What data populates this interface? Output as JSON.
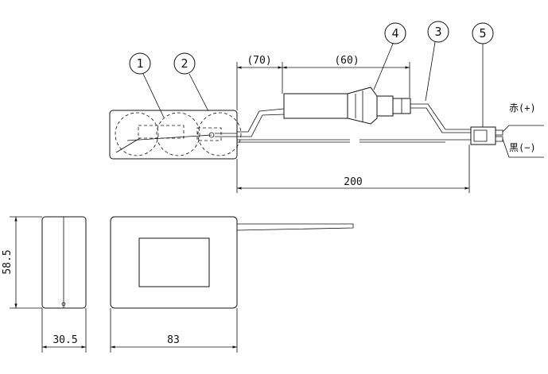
{
  "callouts": [
    "1",
    "2",
    "3",
    "4",
    "5"
  ],
  "dimensions": {
    "lead_a": "(70)",
    "lead_b": "(60)",
    "total_length": "200",
    "height": "58.5",
    "depth": "30.5",
    "width": "83"
  },
  "wire_labels": {
    "red": "赤(+)",
    "black": "黒(−)"
  }
}
